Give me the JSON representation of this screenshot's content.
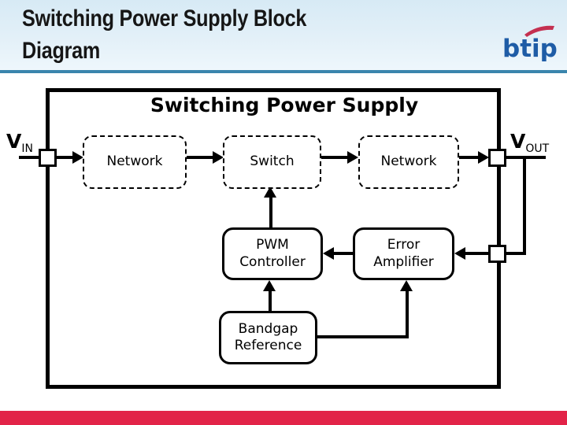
{
  "header": {
    "title_line1": "Switching Power Supply Block",
    "title_line2": "Diagram",
    "logo_text": "btip"
  },
  "diagram": {
    "container_title": "Switching Power Supply",
    "vin": {
      "main": "V",
      "sub": "IN"
    },
    "vout": {
      "main": "V",
      "sub": "OUT"
    },
    "blocks": [
      {
        "id": "input-network",
        "label": "Network",
        "border": "dashed"
      },
      {
        "id": "switch",
        "label": "Switch",
        "border": "dashed"
      },
      {
        "id": "output-network",
        "label": "Network",
        "border": "dashed"
      },
      {
        "id": "pwm-controller",
        "label": "PWM Controller",
        "border": "solid"
      },
      {
        "id": "error-amplifier",
        "label": "Error Amplifier",
        "border": "solid"
      },
      {
        "id": "bandgap-reference",
        "label": "Bandgap Reference",
        "border": "solid"
      }
    ]
  },
  "colors": {
    "header_rule": "#3a85ad",
    "header_bg_top": "#d7eaf5",
    "header_bg_bottom": "#eef7fc",
    "footer_bar": "#e22348",
    "logo_text": "#1e5ca6",
    "logo_swoosh": "#c43050",
    "diagram_ink": "#000000"
  }
}
